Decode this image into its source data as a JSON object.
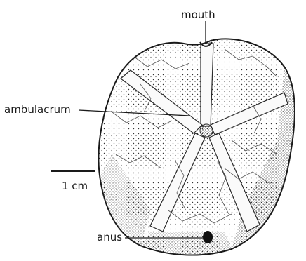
{
  "labels": {
    "mouth": "mouth",
    "ambulacrum": "ambulacrum",
    "scale": "1 cm",
    "anus": "anus"
  },
  "colors": {
    "ink": "#1a1a1a",
    "stipple": "#3a3a3a",
    "paper": "#ffffff"
  }
}
